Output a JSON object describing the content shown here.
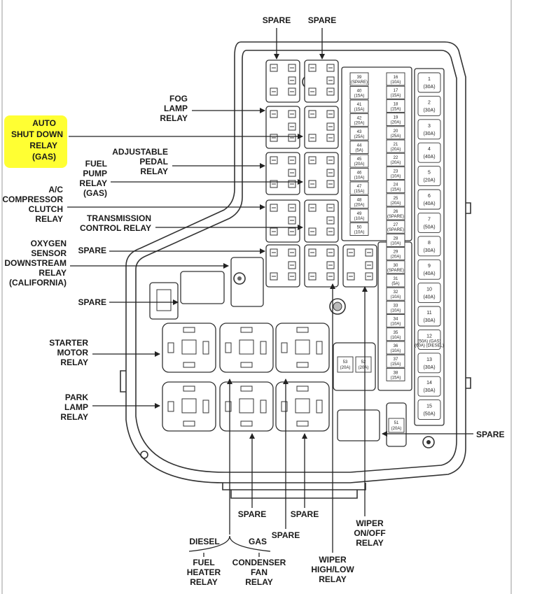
{
  "labels": {
    "spare_top_left": "SPARE",
    "spare_top_right": "SPARE",
    "fog_lamp_relay": [
      "FOG",
      "LAMP",
      "RELAY"
    ],
    "auto_shut_down_relay": [
      "AUTO",
      "SHUT DOWN",
      "RELAY",
      "(GAS)"
    ],
    "adjustable_pedal_relay": [
      "ADJUSTABLE",
      "PEDAL",
      "RELAY"
    ],
    "fuel_pump_relay": [
      "FUEL",
      "PUMP",
      "RELAY",
      "(GAS)"
    ],
    "ac_compressor_clutch_relay": [
      "A/C",
      "COMPRESSOR",
      "CLUTCH",
      "RELAY"
    ],
    "transmission_control_relay": [
      "TRANSMISSION",
      "CONTROL RELAY"
    ],
    "oxygen_sensor_relay": [
      "OXYGEN",
      "SENSOR",
      "DOWNSTREAM",
      "RELAY",
      "(CALIFORNIA)"
    ],
    "spare_mid": "SPARE",
    "spare_left": "SPARE",
    "starter_motor_relay": [
      "STARTER",
      "MOTOR",
      "RELAY"
    ],
    "park_lamp_relay": [
      "PARK",
      "LAMP",
      "RELAY"
    ],
    "spare_right": "SPARE",
    "spare_bottom_1": "SPARE",
    "spare_bottom_2": "SPARE",
    "spare_bottom_3": "SPARE",
    "diesel": "DIESEL",
    "gas": "GAS",
    "fuel_heater_relay": [
      "FUEL",
      "HEATER",
      "RELAY"
    ],
    "condenser_fan_relay": [
      "CONDENSER",
      "FAN",
      "RELAY"
    ],
    "wiper_high_low_relay": [
      "WIPER",
      "HIGH/LOW",
      "RELAY"
    ],
    "wiper_on_off_relay": [
      "WIPER",
      "ON/OFF",
      "RELAY"
    ]
  },
  "highlight_color": "#ffff33",
  "mini_fuses_left": [
    [
      "39",
      "(SPARE)"
    ],
    [
      "40",
      "(15A)"
    ],
    [
      "41",
      "(15A)"
    ],
    [
      "42",
      "(20A)"
    ],
    [
      "43",
      "(25A)"
    ],
    [
      "44",
      "(5A)"
    ],
    [
      "45",
      "(20A)"
    ],
    [
      "46",
      "(10A)"
    ],
    [
      "47",
      "(15A)"
    ],
    [
      "48",
      "(20A)"
    ],
    [
      "49",
      "(10A)"
    ],
    [
      "50",
      "(10A)"
    ]
  ],
  "mini_fuses_right": [
    [
      "16",
      "(10A)"
    ],
    [
      "17",
      "(15A)"
    ],
    [
      "18",
      "(15A)"
    ],
    [
      "19",
      "(20A)"
    ],
    [
      "20",
      "(25A)"
    ],
    [
      "21",
      "(20A)"
    ],
    [
      "22",
      "(20A)"
    ],
    [
      "23",
      "(10A)"
    ],
    [
      "24",
      "(15A)"
    ],
    [
      "25",
      "(20A)"
    ],
    [
      "26",
      "(SPARE)"
    ],
    [
      "27",
      "(SPARE)"
    ],
    [
      "28",
      "(10A)"
    ],
    [
      "29",
      "(20A)"
    ],
    [
      "30",
      "(SPARE)"
    ],
    [
      "31",
      "(5A)"
    ],
    [
      "32",
      "(10A)"
    ],
    [
      "33",
      "(10A)"
    ],
    [
      "34",
      "(10A)"
    ],
    [
      "35",
      "(10A)"
    ],
    [
      "36",
      "(10A)"
    ],
    [
      "37",
      "(15A)"
    ],
    [
      "38",
      "(15A)"
    ]
  ],
  "lower_fuses": [
    [
      "53",
      "(20A)"
    ],
    [
      "52",
      "(20A)"
    ]
  ],
  "fuse_51": [
    "51",
    "(20A)"
  ],
  "cartridge_fuses": [
    [
      "1",
      "(30A)"
    ],
    [
      "2",
      "(30A)"
    ],
    [
      "3",
      "(30A)"
    ],
    [
      "4",
      "(40A)"
    ],
    [
      "5",
      "(20A)"
    ],
    [
      "6",
      "(40A)"
    ],
    [
      "7",
      "(50A)"
    ],
    [
      "8",
      "(30A)"
    ],
    [
      "9",
      "(40A)"
    ],
    [
      "10",
      "(40A)"
    ],
    [
      "11",
      "(30A)"
    ],
    [
      "12",
      "(50A) (GAS)|(60A) (DIESEL)"
    ],
    [
      "13",
      "(30A)"
    ],
    [
      "14",
      "(30A)"
    ],
    [
      "15",
      "(50A)"
    ]
  ]
}
